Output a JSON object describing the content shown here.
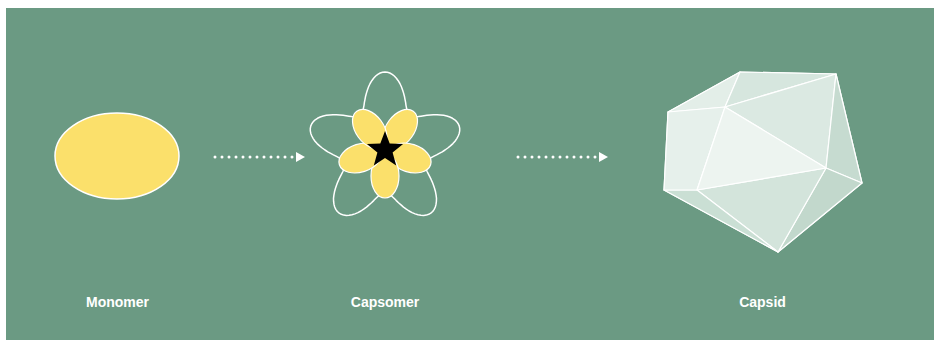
{
  "diagram": {
    "nodes": [
      {
        "text": [
          "Monomer"
        ]
      },
      {
        "text": [
          "Capsomer"
        ]
      },
      {
        "text": [
          "Capsid"
        ]
      }
    ],
    "edges": [
      {
        "from": 0,
        "to": 1,
        "arrow": "to"
      },
      {
        "from": 1,
        "to": 2,
        "arrow": "to"
      }
    ]
  }
}
